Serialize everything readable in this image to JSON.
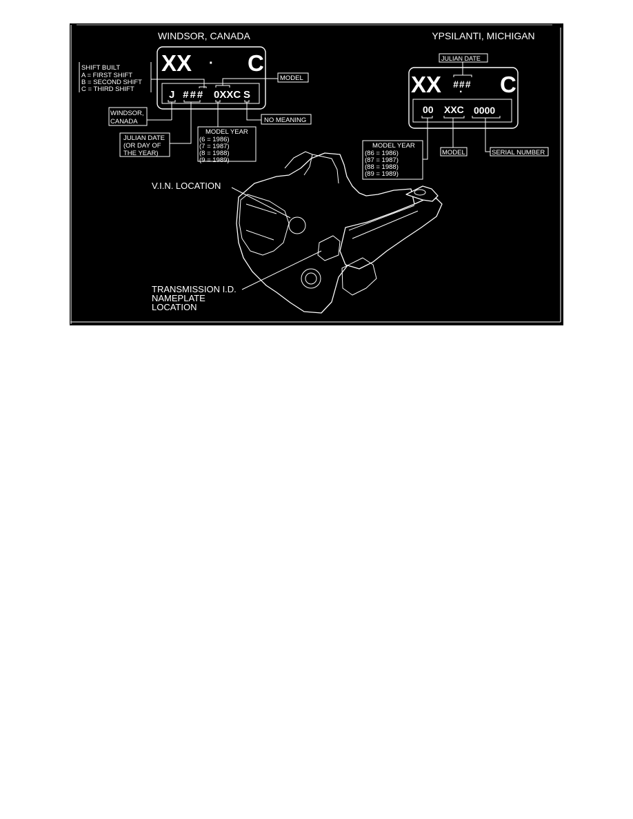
{
  "figure": {
    "windsor": {
      "title": "WINDSOR, CANADA",
      "plate_top_left": "XX",
      "plate_top_dot": "·",
      "plate_top_right": "C",
      "plate_code": {
        "plant": "J",
        "julian": "###",
        "model": "0XXC",
        "suffix": "S"
      },
      "shift_built": {
        "title": "SHIFT BUILT",
        "lines": [
          "A  =  FIRST SHIFT",
          "B  =  SECOND SHIFT",
          "C  =  THIRD SHIFT"
        ]
      },
      "plant_label": [
        "WINDSOR,",
        "CANADA"
      ],
      "julian_label": [
        "JULIAN DATE",
        "(OR DAY OF",
        "THE YEAR)"
      ],
      "model_label": "MODEL",
      "no_meaning_label": "NO MEANING",
      "model_year": {
        "title": "MODEL YEAR",
        "lines": [
          "(6  =  1986)",
          "(7  =  1987)",
          "(8  =  1988)",
          "(9  =  1989)"
        ]
      }
    },
    "ypsilanti": {
      "title": "YPSILANTI, MICHIGAN",
      "julian_label": "JULIAN DATE",
      "plate_top_left": "XX",
      "plate_top_mid": "###",
      "plate_top_dot": "·",
      "plate_top_right": "C",
      "plate_code": {
        "year": "00",
        "model": "XXC",
        "serial": "0000"
      },
      "model_year": {
        "title": "MODEL YEAR",
        "lines": [
          "(86  =  1986)",
          "(87  =  1987)",
          "(88  =  1988)",
          "(89  =  1989)"
        ]
      },
      "model_label": "MODEL",
      "serial_label": "SERIAL NUMBER"
    },
    "callouts": {
      "vin": "V.I.N. LOCATION",
      "nameplate": [
        "TRANSMISSION I.D.",
        "NAMEPLATE",
        "LOCATION"
      ]
    },
    "colors": {
      "background": "#000000",
      "ink": "#ffffff",
      "page": "#ffffff"
    }
  }
}
